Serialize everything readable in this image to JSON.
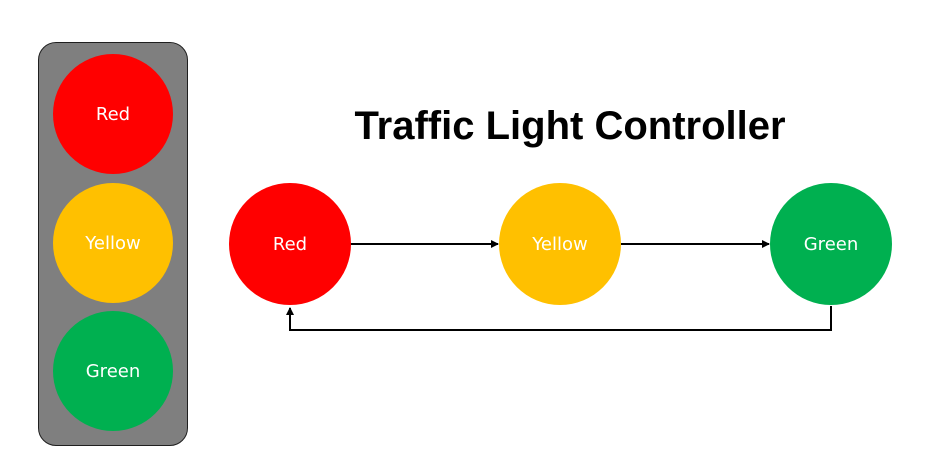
{
  "title": "Traffic Light Controller",
  "colors": {
    "red": "#ff0000",
    "yellow": "#ffc000",
    "green": "#00b050",
    "housing": "#7f7f7f"
  },
  "traffic_light": {
    "lamps": [
      {
        "label": "Red",
        "color": "#ff0000"
      },
      {
        "label": "Yellow",
        "color": "#ffc000"
      },
      {
        "label": "Green",
        "color": "#00b050"
      }
    ]
  },
  "state_diagram": {
    "states": [
      {
        "label": "Red",
        "color": "#ff0000"
      },
      {
        "label": "Yellow",
        "color": "#ffc000"
      },
      {
        "label": "Green",
        "color": "#00b050"
      }
    ],
    "transitions": [
      {
        "from": "Red",
        "to": "Yellow"
      },
      {
        "from": "Yellow",
        "to": "Green"
      },
      {
        "from": "Green",
        "to": "Red"
      }
    ]
  }
}
